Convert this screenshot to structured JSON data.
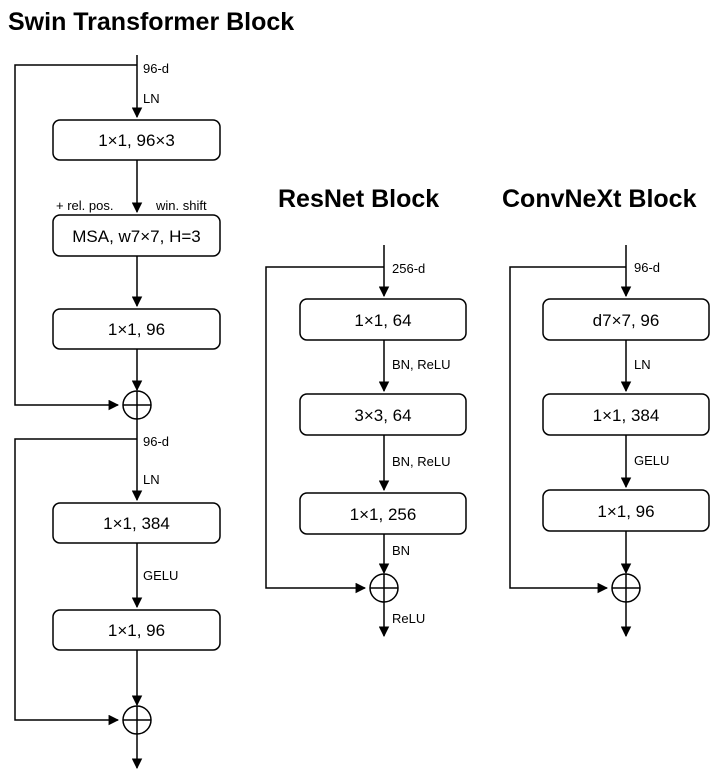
{
  "swin": {
    "title": "Swin Transformer Block",
    "dim_top": "96-d",
    "ln_1": "LN",
    "box_qkv": "1×1, 96×3",
    "rel_pos": "+ rel. pos.",
    "win_shift": "win. shift",
    "box_msa": "MSA, w7×7, H=3",
    "box_proj": "1×1, 96",
    "dim_mid": "96-d",
    "ln_2": "LN",
    "box_mlp1": "1×1, 384",
    "gelu": "GELU",
    "box_mlp2": "1×1, 96"
  },
  "resnet": {
    "title": "ResNet Block",
    "dim": "256-d",
    "box_1": "1×1, 64",
    "act_1": "BN, ReLU",
    "box_2": "3×3, 64",
    "act_2": "BN, ReLU",
    "box_3": "1×1, 256",
    "bn": "BN",
    "relu": "ReLU"
  },
  "convnext": {
    "title": "ConvNeXt Block",
    "dim": "96-d",
    "box_1": "d7×7, 96",
    "ln": "LN",
    "box_2": "1×1, 384",
    "gelu": "GELU",
    "box_3": "1×1, 96"
  }
}
